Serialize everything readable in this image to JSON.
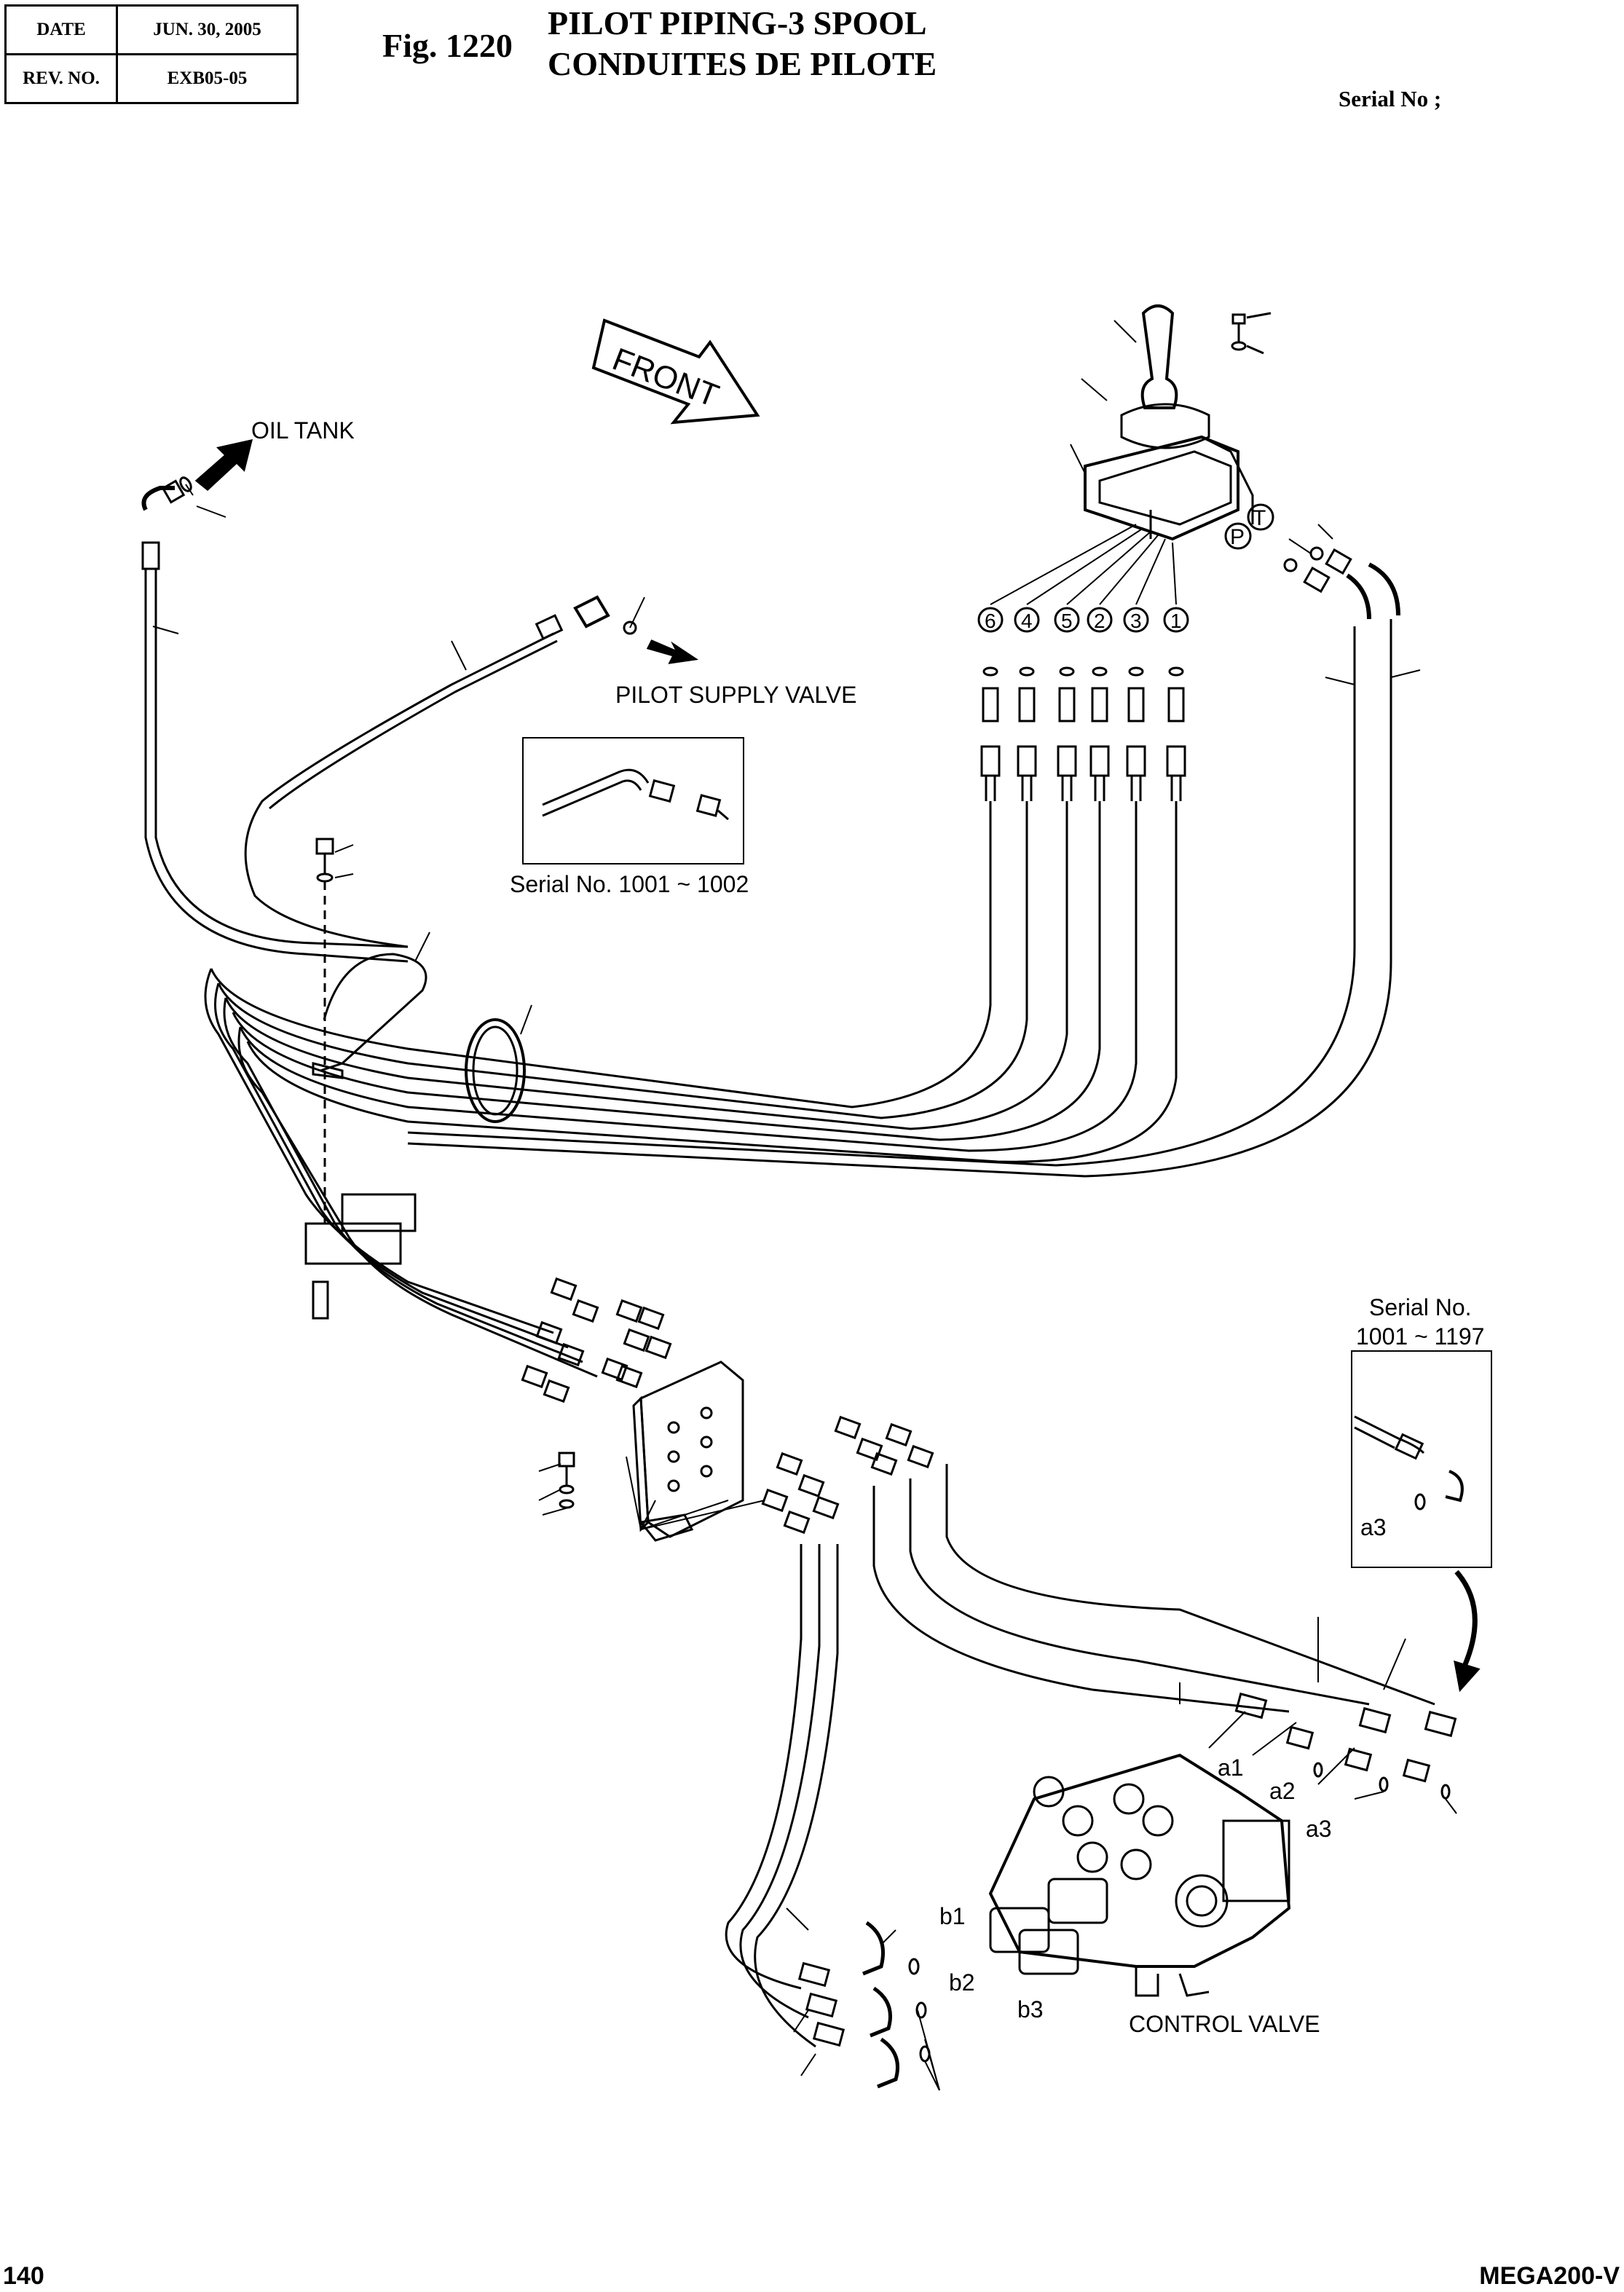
{
  "header": {
    "date_label": "DATE",
    "date_value": "JUN. 30, 2005",
    "rev_label": "REV. NO.",
    "rev_value": "EXB05-05"
  },
  "figure": {
    "number": "Fig. 1220",
    "title_en": "PILOT PIPING-3 SPOOL",
    "title_fr": "CONDUITES DE PILOTE",
    "serial": "Serial No ;"
  },
  "labels": {
    "front": "FRONT",
    "oil_tank": "OIL TANK",
    "pilot_supply": "PILOT SUPPLY VALVE",
    "serial_range_1": "Serial No. 1001 ~ 1002",
    "serial_range_2_line1": "Serial No.",
    "serial_range_2_line2": "1001 ~ 1197",
    "control_valve": "CONTROL VALVE",
    "port_t": "T",
    "port_p": "P",
    "ports": [
      "6",
      "4",
      "5",
      "2",
      "3",
      "1"
    ],
    "a1": "a1",
    "a2": "a2",
    "a3": "a3",
    "a3_inset": "a3",
    "b1": "b1",
    "b2": "b2",
    "b3": "b3"
  },
  "footer": {
    "page": "140",
    "model": "MEGA200-V"
  }
}
